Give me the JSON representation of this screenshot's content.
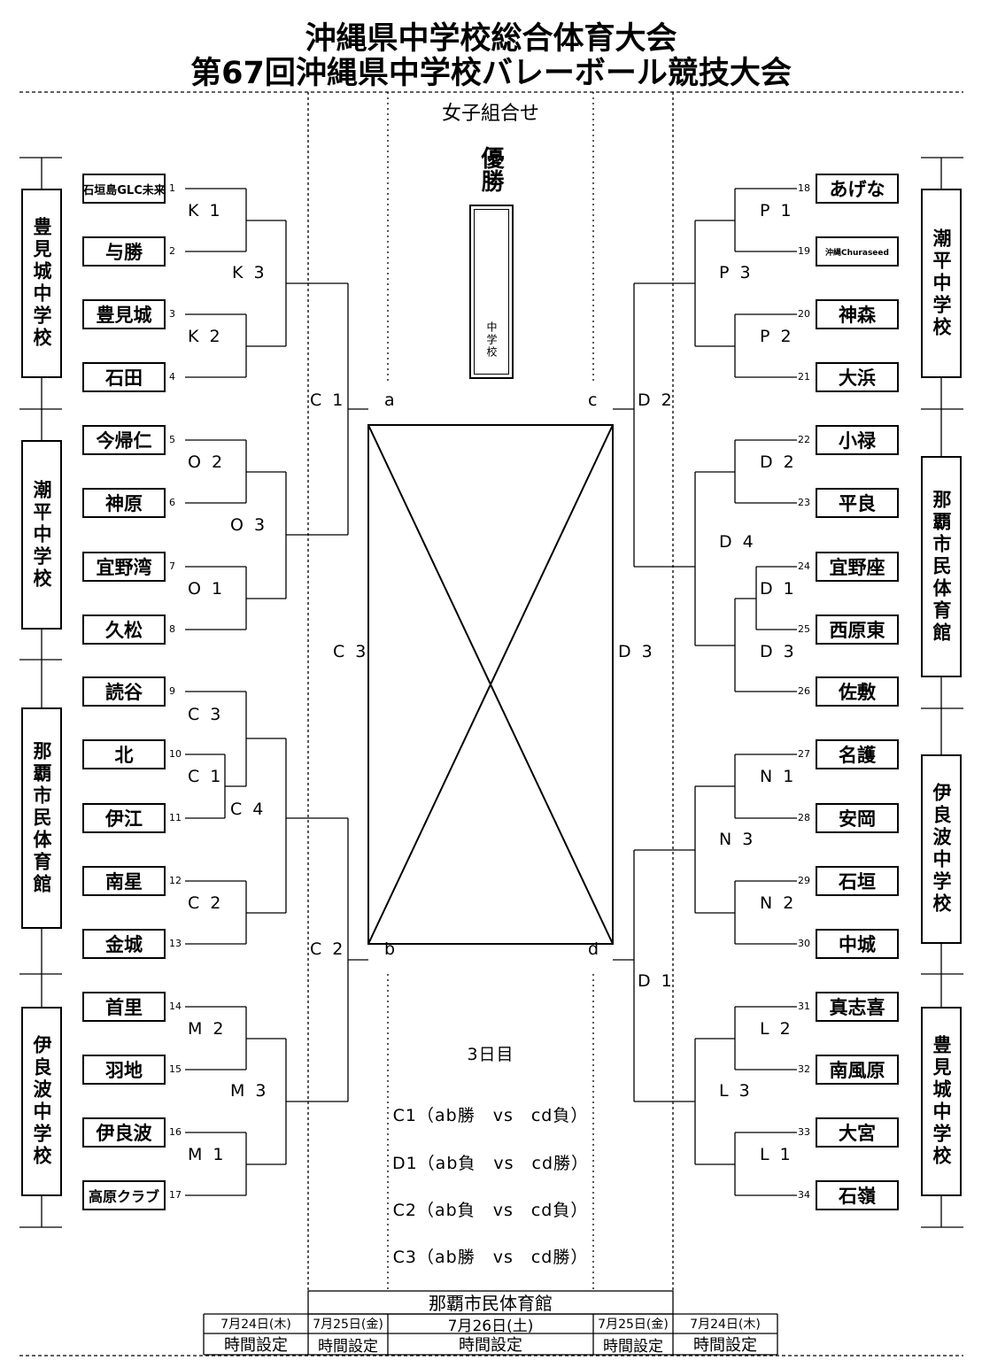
{
  "title": {
    "line1": "沖縄県中学校総合体育大会",
    "line2": "第67回沖縄県中学校バレーボール競技大会"
  },
  "subtitle": "女子組合せ",
  "champion": {
    "label": "優勝",
    "winner_slot": "中学校"
  },
  "teams_left": [
    {
      "no": "1",
      "name": "石垣島GLC未来"
    },
    {
      "no": "2",
      "name": "与勝"
    },
    {
      "no": "3",
      "name": "豊見城"
    },
    {
      "no": "4",
      "name": "石田"
    },
    {
      "no": "5",
      "name": "今帰仁"
    },
    {
      "no": "6",
      "name": "神原"
    },
    {
      "no": "7",
      "name": "宜野湾"
    },
    {
      "no": "8",
      "name": "久松"
    },
    {
      "no": "9",
      "name": "読谷"
    },
    {
      "no": "10",
      "name": "北"
    },
    {
      "no": "11",
      "name": "伊江"
    },
    {
      "no": "12",
      "name": "南星"
    },
    {
      "no": "13",
      "name": "金城"
    },
    {
      "no": "14",
      "name": "首里"
    },
    {
      "no": "15",
      "name": "羽地"
    },
    {
      "no": "16",
      "name": "伊良波"
    },
    {
      "no": "17",
      "name": "高原クラブ"
    }
  ],
  "teams_right": [
    {
      "no": "18",
      "name": "あげな"
    },
    {
      "no": "19",
      "name": "沖縄Churaseed"
    },
    {
      "no": "20",
      "name": "神森"
    },
    {
      "no": "21",
      "name": "大浜"
    },
    {
      "no": "22",
      "name": "小禄"
    },
    {
      "no": "23",
      "name": "平良"
    },
    {
      "no": "24",
      "name": "宜野座"
    },
    {
      "no": "25",
      "name": "西原東"
    },
    {
      "no": "26",
      "name": "佐敷"
    },
    {
      "no": "27",
      "name": "名護"
    },
    {
      "no": "28",
      "name": "安岡"
    },
    {
      "no": "29",
      "name": "石垣"
    },
    {
      "no": "30",
      "name": "中城"
    },
    {
      "no": "31",
      "name": "真志喜"
    },
    {
      "no": "32",
      "name": "南風原"
    },
    {
      "no": "33",
      "name": "大宮"
    },
    {
      "no": "34",
      "name": "石嶺"
    }
  ],
  "venues_left": [
    "豊見城中学校",
    "潮平中学校",
    "那覇市民体育館",
    "伊良波中学校"
  ],
  "venues_right": [
    "潮平中学校",
    "那覇市民体育館",
    "伊良波中学校",
    "豊見城中学校"
  ],
  "match_labels": {
    "K1": "K 1",
    "K2": "K 2",
    "K3": "K 3",
    "O1": "O 1",
    "O2": "O 2",
    "O3": "O 3",
    "C1": "C 1",
    "C2": "C 2",
    "C3": "C 3",
    "C4": "C 4",
    "M1": "M 1",
    "M2": "M 2",
    "M3": "M 3",
    "P1": "P 1",
    "P2": "P 2",
    "P3": "P 3",
    "D1": "D 1",
    "D2": "D 2",
    "D3": "D 3",
    "D4": "D 4",
    "N1": "N 1",
    "N2": "N 2",
    "N3": "N 3",
    "L1": "L 1",
    "L2": "L 2",
    "L3": "L 3"
  },
  "semifinal_slots": {
    "a": "a",
    "b": "b",
    "c": "c",
    "d": "d"
  },
  "day3": {
    "title": "3日目",
    "games": [
      "C1（ab勝　vs　cd負）",
      "D1（ab負　vs　cd勝）",
      "C2（ab負　vs　cd負）",
      "C3（ab勝　vs　cd勝）"
    ]
  },
  "schedule": {
    "venue": "那覇市民体育館",
    "dates": [
      "7月24日(木)",
      "7月25日(金)",
      "7月26日(土)",
      "7月25日(金)",
      "7月24日(木)"
    ],
    "time_label": "時間設定"
  }
}
